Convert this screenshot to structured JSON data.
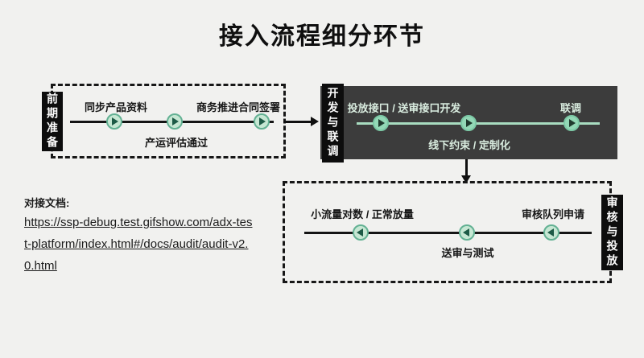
{
  "title": "接入流程细分环节",
  "stage_prep": {
    "label": "前期准备",
    "milestone_top_left": "同步产品资料",
    "milestone_top_right": "商务推进合同签署",
    "milestone_bottom": "产运评估通过"
  },
  "stage_dev": {
    "label": "开发与联调",
    "milestone_top_left": "投放接口 / 送审接口开发",
    "milestone_top_right": "联调",
    "milestone_bottom": "线下约束 / 定制化"
  },
  "stage_audit": {
    "label": "审核与投放",
    "milestone_top_left": "小流量对数 / 正常放量",
    "milestone_top_right": "审核队列申请",
    "milestone_bottom": "送审与测试"
  },
  "docs": {
    "label": "对接文档:",
    "url": "https://ssp-debug.test.gifshow.com/adx-test-platform/index.html#/docs/audit/audit-v2.0.html"
  },
  "colors": {
    "background": "#f1f1ef",
    "dark_panel": "#3c3c3c",
    "label_block": "#0d0d0d",
    "marker_fill_light": "#c6e7d3",
    "marker_ring": "#63b193",
    "marker_triangle": "#1d5a46",
    "dark_panel_line": "#a8dcc0",
    "dark_panel_text": "#d9ecdf"
  }
}
